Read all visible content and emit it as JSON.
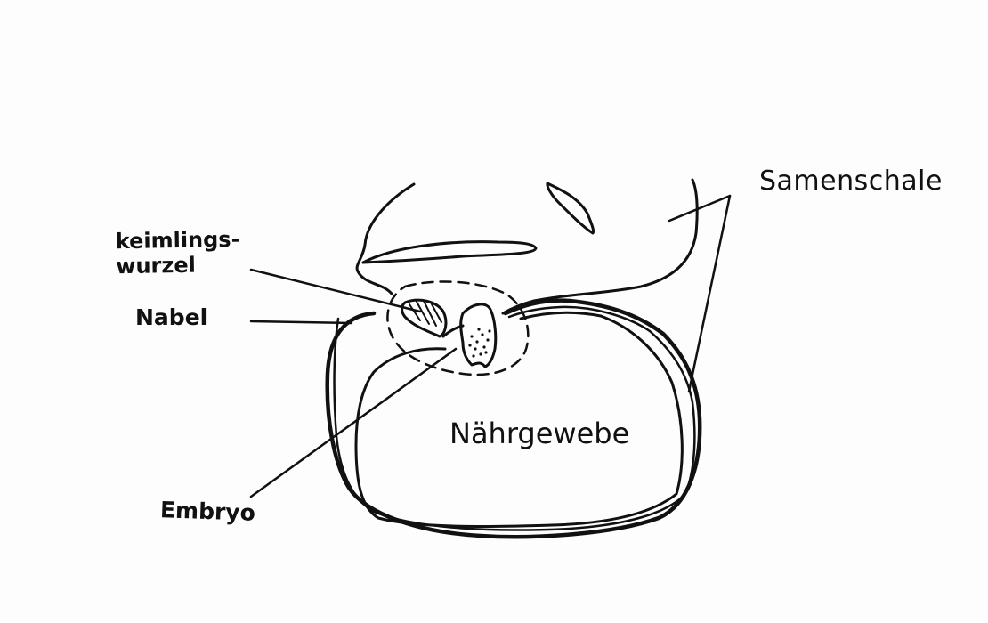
{
  "diagram": {
    "labels": {
      "keimlingswurzel_line1": "keimlings-",
      "keimlingswurzel_line2": "wurzel",
      "nabel": "Nabel",
      "embryo": "Embryo",
      "samenschale": "Samenschale",
      "naehrgewebe": "Nährgewebe"
    },
    "ink_color": "#111111",
    "paper_color": "#fdfdfd"
  }
}
